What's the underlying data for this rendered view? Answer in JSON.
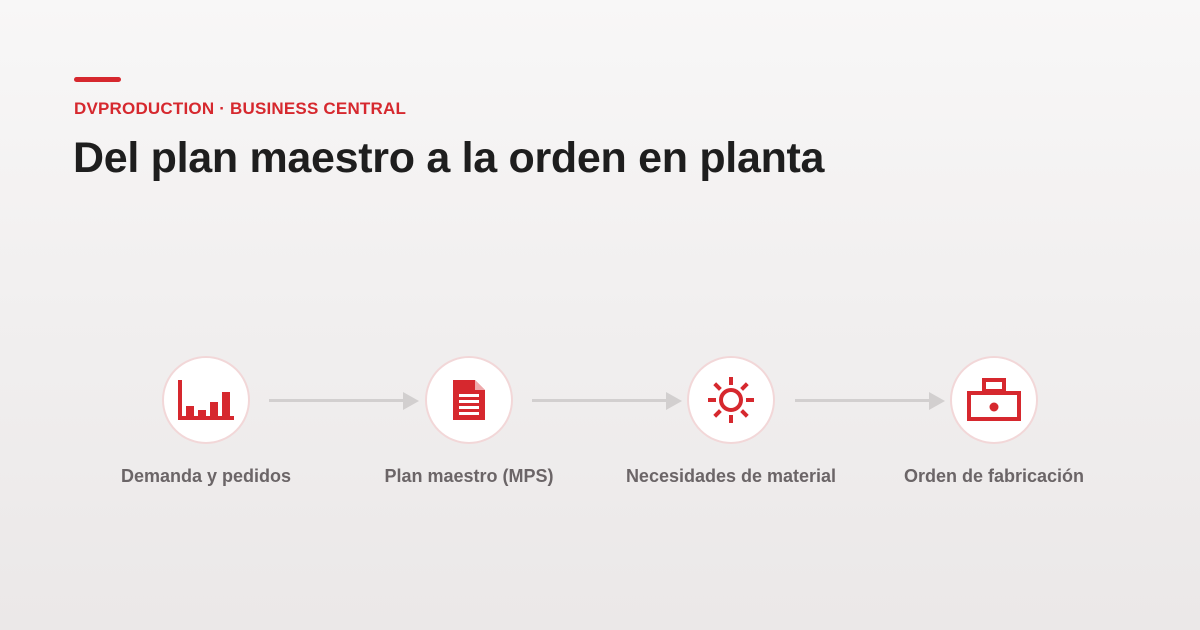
{
  "header": {
    "eyebrow": "DVPRODUCTION · BUSINESS CENTRAL",
    "title": "Del plan maestro a la orden en planta"
  },
  "colors": {
    "accent": "#d6282e",
    "title": "#1e1e1e",
    "label": "#6b6567",
    "connector": "#d2cfcf"
  },
  "flow": {
    "steps": [
      {
        "label": "Demanda y pedidos",
        "icon": "bar-chart-icon"
      },
      {
        "label": "Plan maestro (MPS)",
        "icon": "document-icon"
      },
      {
        "label": "Necesidades de material",
        "icon": "sun-gear-icon"
      },
      {
        "label": "Orden de fabricación",
        "icon": "machine-icon"
      }
    ]
  }
}
